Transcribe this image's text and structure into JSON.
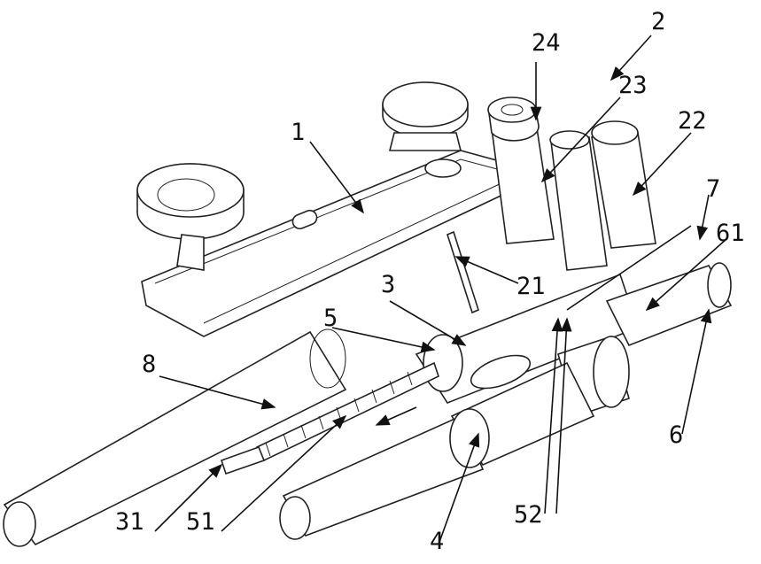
{
  "figure": {
    "labels": {
      "l1": "1",
      "l2": "2",
      "l24": "24",
      "l23": "23",
      "l22": "22",
      "l7": "7",
      "l61": "61",
      "l21": "21",
      "l3": "3",
      "l5": "5",
      "l8": "8",
      "l6": "6",
      "l31": "31",
      "l51": "51",
      "l4": "4",
      "l52": "52"
    }
  }
}
